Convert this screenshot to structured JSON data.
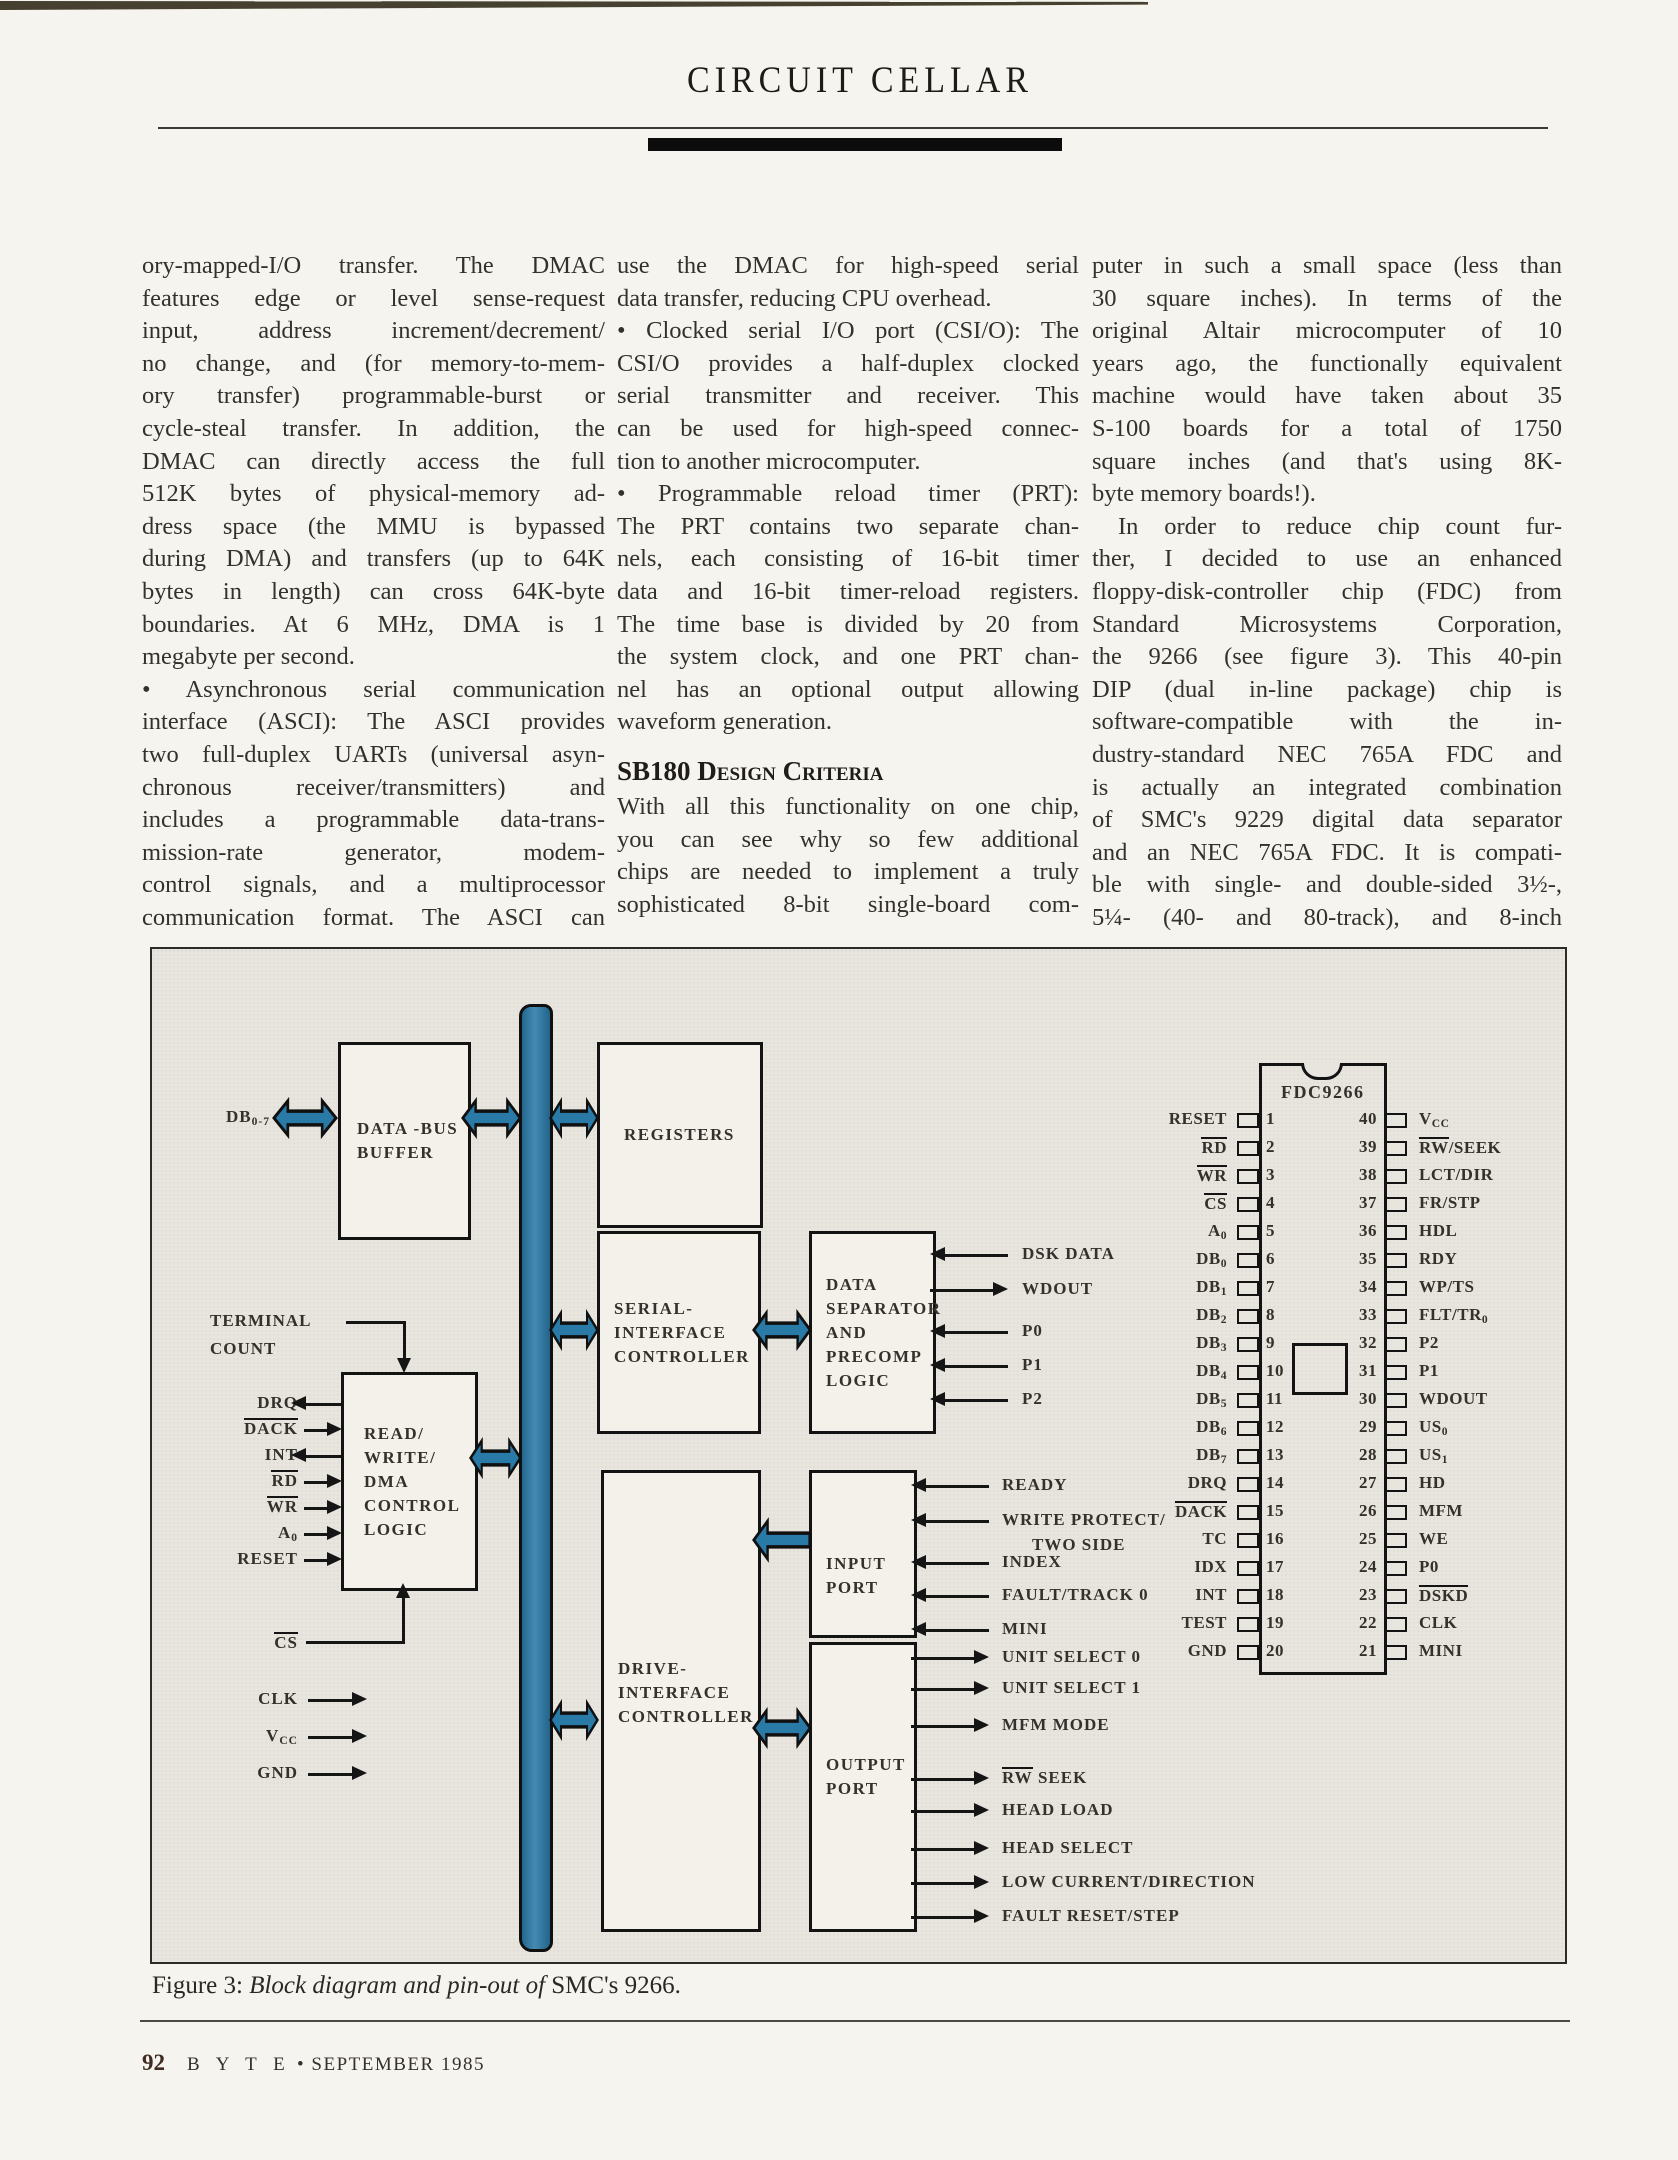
{
  "header": {
    "title": "CIRCUIT CELLAR"
  },
  "columns": [
    [
      {
        "t": "ory-mapped-I/O transfer. The DMAC"
      },
      {
        "t": "features edge or level sense-request"
      },
      {
        "t": "input, address increment/decrement/"
      },
      {
        "t": "no change, and (for memory-to-mem-"
      },
      {
        "t": "ory transfer) programmable-burst or"
      },
      {
        "t": "cycle-steal transfer. In addition, the"
      },
      {
        "t": "DMAC can directly access the full"
      },
      {
        "t": "512K bytes of physical-memory ad-"
      },
      {
        "t": "dress space (the MMU is bypassed"
      },
      {
        "t": "during DMA) and transfers (up to 64K"
      },
      {
        "t": "bytes in length) can cross 64K-byte"
      },
      {
        "t": "boundaries. At 6 MHz, DMA is 1"
      },
      {
        "t": "megabyte per second.",
        "s": "e"
      },
      {
        "t": "• Asynchronous serial communication"
      },
      {
        "t": "interface (ASCI): The ASCI provides"
      },
      {
        "t": "two full-duplex UARTs (universal asyn-"
      },
      {
        "t": "chronous receiver/transmitters) and"
      },
      {
        "t": "includes a programmable data-trans-"
      },
      {
        "t": "mission-rate generator, modem-"
      },
      {
        "t": "control signals, and a multiprocessor"
      },
      {
        "t": "communication format. The ASCI can"
      }
    ],
    [
      {
        "t": "use the DMAC for high-speed serial"
      },
      {
        "t": "data transfer, reducing CPU overhead.",
        "s": "e"
      },
      {
        "t": "• Clocked serial I/O port (CSI/O): The"
      },
      {
        "t": "CSI/O provides a half-duplex clocked"
      },
      {
        "t": "serial transmitter and receiver. This"
      },
      {
        "t": "can be used for high-speed connec-"
      },
      {
        "t": "tion to another microcomputer.",
        "s": "e"
      },
      {
        "t": "• Programmable reload timer (PRT):"
      },
      {
        "t": "The PRT contains two separate chan-"
      },
      {
        "t": "nels, each consisting of 16-bit timer"
      },
      {
        "t": "data and 16-bit timer-reload registers."
      },
      {
        "t": "The time base is divided by 20 from"
      },
      {
        "t": "the system clock, and one PRT chan-"
      },
      {
        "t": "nel has an optional output allowing"
      },
      {
        "t": "waveform generation.",
        "s": "e"
      },
      {
        "t": "",
        "s": "sp"
      },
      {
        "t": "SB180 Design Criteria",
        "s": "h"
      },
      {
        "t": "With all this functionality on one chip,"
      },
      {
        "t": "you can see why so few additional"
      },
      {
        "t": "chips are needed to implement a truly"
      },
      {
        "t": "sophisticated 8-bit single-board com-"
      }
    ],
    [
      {
        "t": "puter in such a small space (less than"
      },
      {
        "t": "30 square inches). In terms of the"
      },
      {
        "t": "original Altair microcomputer of 10"
      },
      {
        "t": "years ago, the functionally equivalent"
      },
      {
        "t": "machine would have taken about 35"
      },
      {
        "t": "S-100 boards for a total of 1750"
      },
      {
        "t": "square inches (and that's using 8K-"
      },
      {
        "t": "byte memory boards!).",
        "s": "e"
      },
      {
        "t": "In order to reduce chip count fur-",
        "s": "i"
      },
      {
        "t": "ther, I decided to use an enhanced"
      },
      {
        "t": "floppy-disk-controller chip (FDC) from"
      },
      {
        "t": "Standard Microsystems Corporation,"
      },
      {
        "t": "the 9266 (see figure 3). This 40-pin"
      },
      {
        "t": "DIP (dual in-line package) chip is"
      },
      {
        "t": "software-compatible with the in-"
      },
      {
        "t": "dustry-standard NEC 765A FDC and"
      },
      {
        "t": "is actually an integrated combination"
      },
      {
        "t": "of SMC's 9229 digital data separator"
      },
      {
        "t": "and an NEC 765A FDC. It is compati-"
      },
      {
        "t": "ble with single- and double-sided 3½-,"
      },
      {
        "t": "5¼- (40- and 80-track), and 8-inch"
      }
    ]
  ],
  "figure": {
    "blocks": {
      "buffer": [
        "DATA -BUS",
        "BUFFER"
      ],
      "registers": [
        "REGISTERS"
      ],
      "serial": [
        "SERIAL-",
        "INTERFACE",
        "CONTROLLER"
      ],
      "separator": [
        "DATA",
        "SEPARATOR",
        "AND",
        "PRECOMP",
        "LOGIC"
      ],
      "control": [
        "READ/",
        "WRITE/",
        "DMA",
        "CONTROL",
        "LOGIC"
      ],
      "input": [
        "INPUT",
        "PORT"
      ],
      "output": [
        "OUTPUT",
        "PORT"
      ],
      "drive": [
        "DRIVE-",
        "INTERFACE",
        "CONTROLLER"
      ]
    },
    "db_label": "DB~0-7~",
    "terminal_count": [
      "TERMINAL",
      "COUNT"
    ],
    "cs_label": "^CS^",
    "ctrl_signals": [
      {
        "label": "DRQ",
        "dir": "out"
      },
      {
        "label": "^DACK^",
        "dir": "in"
      },
      {
        "label": "INT",
        "dir": "out"
      },
      {
        "label": "^RD^",
        "dir": "in"
      },
      {
        "label": "^WR^",
        "dir": "in"
      },
      {
        "label": "A~0~",
        "dir": "in"
      },
      {
        "label": "RESET",
        "dir": "in"
      }
    ],
    "power_signals": [
      "CLK",
      "V~CC~",
      "GND"
    ],
    "sep_signals": [
      {
        "label": "DSK DATA",
        "dir": "in"
      },
      {
        "label": "WDOUT",
        "dir": "out"
      },
      {
        "label": "P0",
        "dir": "in"
      },
      {
        "label": "P1",
        "dir": "in"
      },
      {
        "label": "P2",
        "dir": "in"
      }
    ],
    "input_signals": [
      {
        "label": "READY"
      },
      {
        "label": "WRITE PROTECT/",
        "label2": "TWO SIDE"
      },
      {
        "label": "INDEX"
      },
      {
        "label": "FAULT/TRACK 0"
      },
      {
        "label": "MINI"
      }
    ],
    "output_signals": [
      "UNIT SELECT 0",
      "UNIT SELECT 1",
      "MFM MODE",
      "^RW^ SEEK",
      "HEAD LOAD",
      "HEAD SELECT",
      "LOW CURRENT/DIRECTION",
      "FAULT RESET/STEP"
    ],
    "chip": {
      "title": "FDC9266",
      "left_pins": [
        [
          "1",
          "RESET"
        ],
        [
          "2",
          "^RD^"
        ],
        [
          "3",
          "^WR^"
        ],
        [
          "4",
          "^CS^"
        ],
        [
          "5",
          "A~0~"
        ],
        [
          "6",
          "DB~0~"
        ],
        [
          "7",
          "DB~1~"
        ],
        [
          "8",
          "DB~2~"
        ],
        [
          "9",
          "DB~3~"
        ],
        [
          "10",
          "DB~4~"
        ],
        [
          "11",
          "DB~5~"
        ],
        [
          "12",
          "DB~6~"
        ],
        [
          "13",
          "DB~7~"
        ],
        [
          "14",
          "DRQ"
        ],
        [
          "15",
          "^DACK^"
        ],
        [
          "16",
          "TC"
        ],
        [
          "17",
          "IDX"
        ],
        [
          "18",
          "INT"
        ],
        [
          "19",
          "TEST"
        ],
        [
          "20",
          "GND"
        ]
      ],
      "right_pins": [
        [
          "40",
          "V~CC~"
        ],
        [
          "39",
          "^RW^/SEEK"
        ],
        [
          "38",
          "LCT/DIR"
        ],
        [
          "37",
          "FR/STP"
        ],
        [
          "36",
          "HDL"
        ],
        [
          "35",
          "RDY"
        ],
        [
          "34",
          "WP/TS"
        ],
        [
          "33",
          "FLT/TR~0~"
        ],
        [
          "32",
          "P2"
        ],
        [
          "31",
          "P1"
        ],
        [
          "30",
          "WDOUT"
        ],
        [
          "29",
          "US~0~"
        ],
        [
          "28",
          "US~1~"
        ],
        [
          "27",
          "HD"
        ],
        [
          "26",
          "MFM"
        ],
        [
          "25",
          "WE"
        ],
        [
          "24",
          "P0"
        ],
        [
          "23",
          "^DSKD^"
        ],
        [
          "22",
          "CLK"
        ],
        [
          "21",
          "MINI"
        ]
      ]
    },
    "caption": {
      "label": "Figure 3:",
      "italic": "Block diagram and pin-out of",
      "rest": "SMC's 9266."
    }
  },
  "colors": {
    "accent_blue": "#2a7aa8",
    "figure_bg": "#e7e5de",
    "page_bg": "#f6f4ee"
  },
  "footer": {
    "page_number": "92",
    "magazine": "B Y T E",
    "separator": "•",
    "issue": "SEPTEMBER 1985"
  }
}
